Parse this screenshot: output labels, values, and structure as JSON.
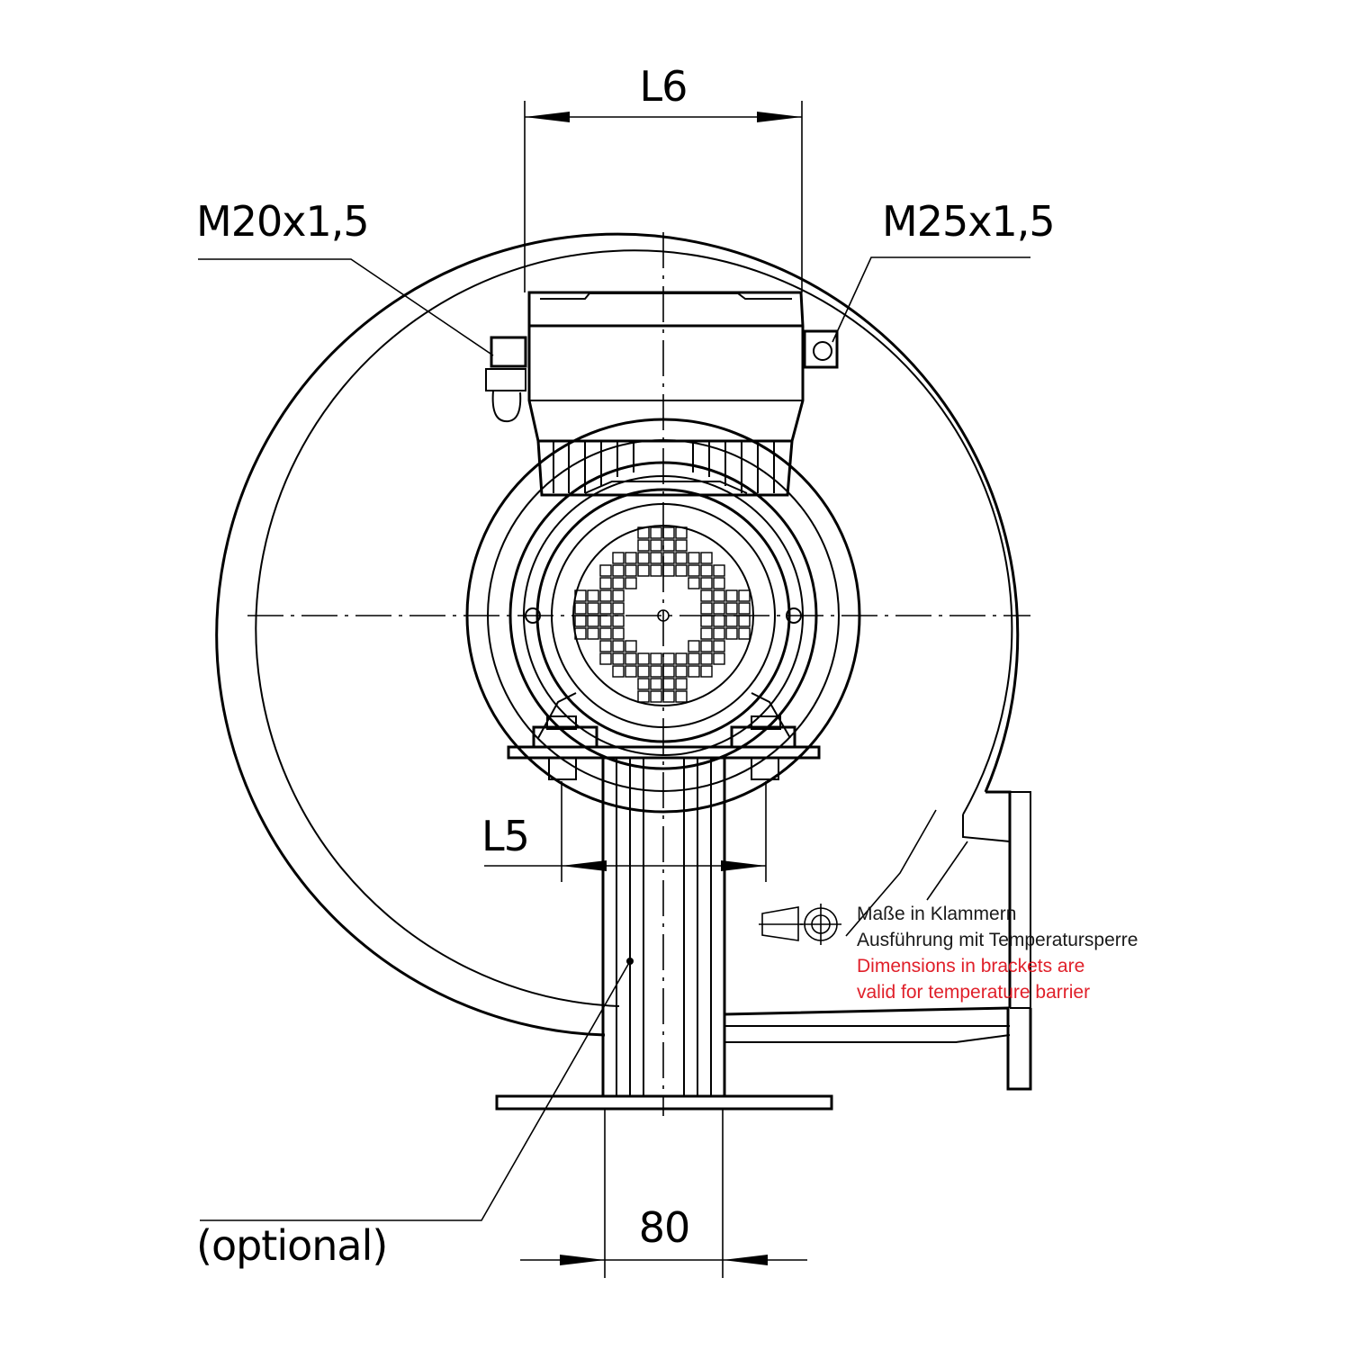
{
  "labels": {
    "l6": "L6",
    "m20": "M20x1,5",
    "m25": "M25x1,5",
    "l5": "L5",
    "optional": "(optional)",
    "dim_80": "80"
  },
  "notes": {
    "de_line1": "Maße in Klammern",
    "de_line2": "Ausführung mit Temperatursperre",
    "en_line1": "Dimensions in brackets are",
    "en_line2": "valid for temperature barrier"
  },
  "colors": {
    "line": "#000000",
    "note_de": "#1a1a1a",
    "note_en": "#e0202a"
  },
  "icons": {
    "projection_symbol": "first-angle-projection-icon"
  }
}
